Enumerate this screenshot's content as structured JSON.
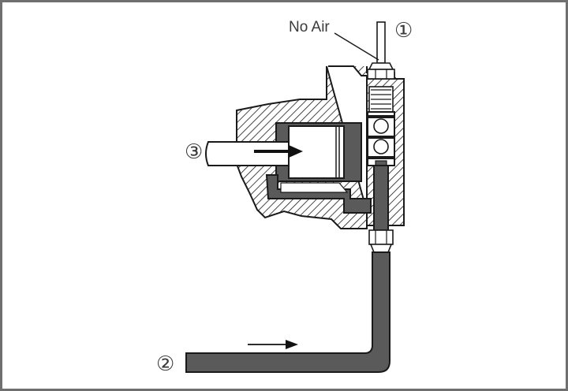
{
  "diagram": {
    "label_air": "No Air",
    "callouts": {
      "one": "①",
      "two": "②",
      "three": "③"
    },
    "colors": {
      "fluid": "#5a5a5a",
      "outline": "#1a1a1a",
      "hatch": "#1a1a1a",
      "frame": "#6f6f6f"
    }
  }
}
